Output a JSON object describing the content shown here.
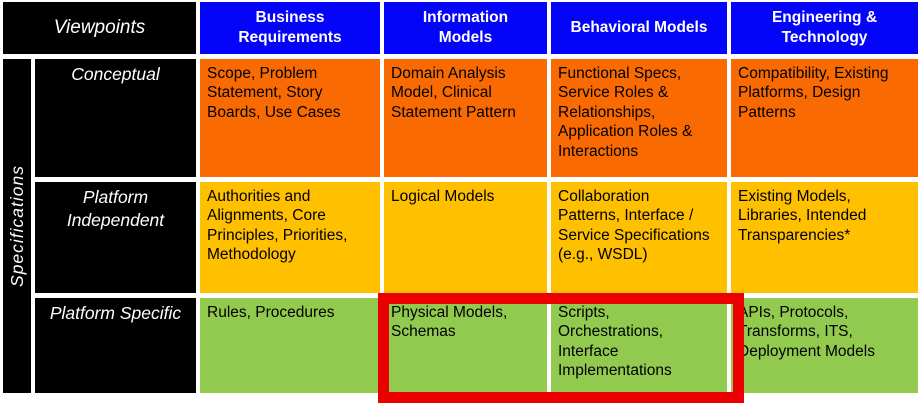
{
  "palette": {
    "label_bg": "#000000",
    "label_fg": "#ffffff",
    "header_bg": "#0404f8",
    "row1_bg": "#f96a02",
    "row2_bg": "#ffc000",
    "row3_bg": "#92ca50",
    "cell_fg": "#000000",
    "highlight": "#eb0000",
    "gap": "#ffffff"
  },
  "corner_label": "Viewpoints",
  "side_label": "Specifications",
  "columns": [
    "Business Requirements",
    "Information Models",
    "Behavioral Models",
    "Engineering & Technology"
  ],
  "rows": [
    {
      "label": "Conceptual",
      "cells": [
        "Scope, Problem Statement, Story Boards, Use Cases",
        "Domain Analysis Model, Clinical Statement Pattern",
        "Functional Specs, Service Roles & Relationships, Application Roles & Interactions",
        "Compatibility, Existing Platforms, Design Patterns"
      ]
    },
    {
      "label": "Platform Independent",
      "cells": [
        "Authorities and Alignments,  Core Principles, Priorities, Methodology",
        "Logical Models",
        "Collaboration Patterns, Interface / Service Specifications  (e.g., WSDL)",
        "Existing Models, Libraries, Intended Transparencies*"
      ]
    },
    {
      "label": "Platform Specific",
      "cells": [
        "Rules, Procedures",
        "Physical Models, Schemas",
        "Scripts, Orchestrations, Interface Implementations",
        "APIs, Protocols, Transforms, ITS, Deployment Models"
      ]
    }
  ],
  "highlight": {
    "color": "#eb0000",
    "row": "Platform Specific",
    "columns": [
      "Information Models",
      "Behavioral Models"
    ]
  }
}
